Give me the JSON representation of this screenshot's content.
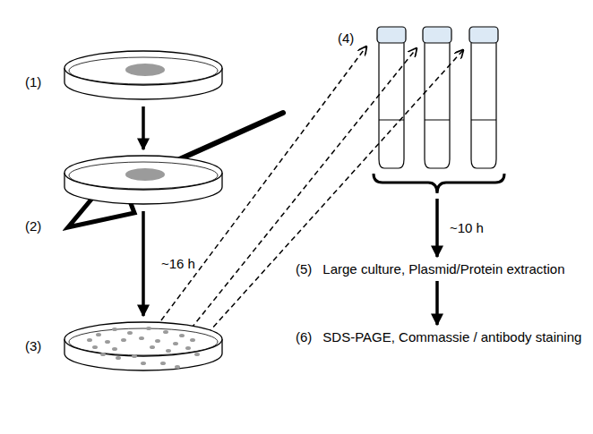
{
  "diagram": {
    "nodes": [
      {
        "text": [
          "(1)"
        ]
      },
      {
        "text": [
          "(2)"
        ]
      },
      {
        "text": [
          "(3)"
        ]
      },
      {
        "text": [
          "(4)"
        ]
      },
      {
        "text": [
          "(5)",
          "Large culture, Plasmid/Protein extraction"
        ]
      },
      {
        "text": [
          "(6)",
          "SDS-PAGE, Commassie / antibody staining"
        ]
      }
    ],
    "edges": [
      {
        "from": 0,
        "to": 1,
        "arrow": "to"
      },
      {
        "from": 1,
        "to": 2,
        "arrow": "to",
        "label": "~16 h"
      },
      {
        "from": 2,
        "to": 3,
        "arrow": "to"
      },
      {
        "from": 2,
        "to": 3,
        "arrow": "to"
      },
      {
        "from": 2,
        "to": 3,
        "arrow": "to"
      },
      {
        "from": 3,
        "to": 4,
        "arrow": "to",
        "label": "~10 h"
      },
      {
        "from": 4,
        "to": 5,
        "arrow": "to"
      }
    ]
  }
}
